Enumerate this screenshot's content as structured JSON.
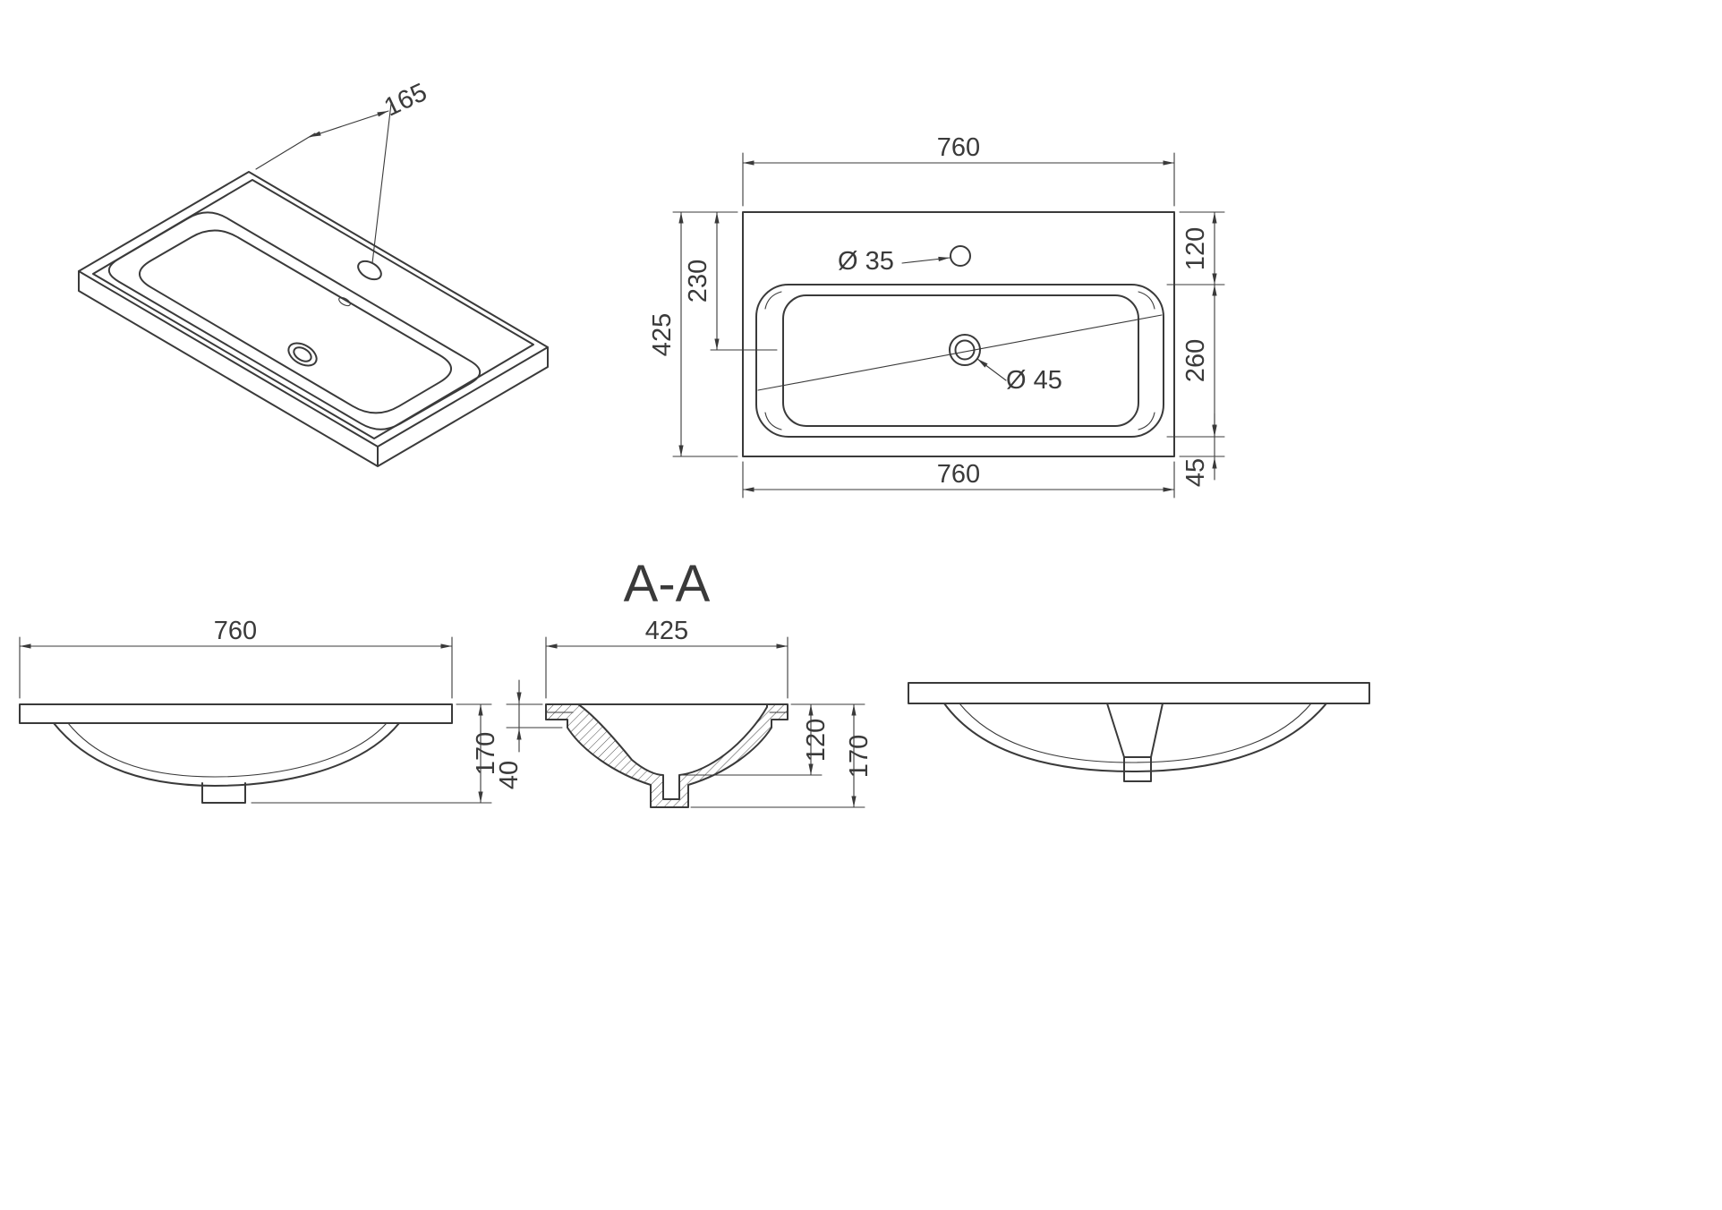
{
  "title": "A-A",
  "colors": {
    "line": "#3a3a3a",
    "background": "#ffffff"
  },
  "views": {
    "isometric": {
      "dim_faucet_offset": "165"
    },
    "plan": {
      "dim_width_top": "760",
      "dim_width_bottom": "760",
      "dim_depth": "425",
      "dim_drain_center": "230",
      "dim_back_deck": "120",
      "dim_basin": "260",
      "dim_front_edge": "45",
      "label_faucet_hole": "Ø 35",
      "label_drain_hole": "Ø 45"
    },
    "front": {
      "dim_width": "760",
      "dim_height": "170"
    },
    "section": {
      "dim_width": "425",
      "dim_rim": "40",
      "dim_bowl_depth": "120",
      "dim_height": "170"
    }
  }
}
